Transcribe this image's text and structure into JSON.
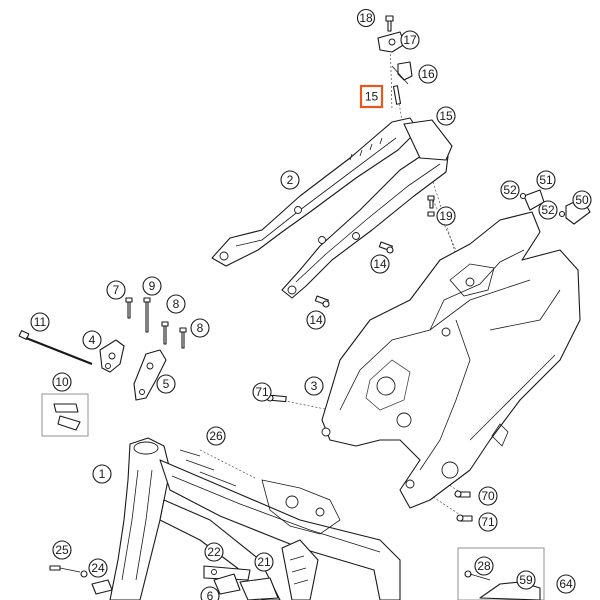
{
  "diagram": {
    "callouts": [
      {
        "id": "1",
        "label": "1"
      },
      {
        "id": "2",
        "label": "2"
      },
      {
        "id": "3",
        "label": "3"
      },
      {
        "id": "4",
        "label": "4"
      },
      {
        "id": "5",
        "label": "5"
      },
      {
        "id": "6",
        "label": "6"
      },
      {
        "id": "7",
        "label": "7"
      },
      {
        "id": "8a",
        "label": "8"
      },
      {
        "id": "8b",
        "label": "8"
      },
      {
        "id": "9",
        "label": "9"
      },
      {
        "id": "10",
        "label": "10"
      },
      {
        "id": "11",
        "label": "11"
      },
      {
        "id": "14a",
        "label": "14"
      },
      {
        "id": "14b",
        "label": "14"
      },
      {
        "id": "15a",
        "label": "15"
      },
      {
        "id": "15b",
        "label": "15"
      },
      {
        "id": "16",
        "label": "16"
      },
      {
        "id": "17",
        "label": "17"
      },
      {
        "id": "18",
        "label": "18"
      },
      {
        "id": "19",
        "label": "19"
      },
      {
        "id": "21",
        "label": "21"
      },
      {
        "id": "22",
        "label": "22"
      },
      {
        "id": "24",
        "label": "24"
      },
      {
        "id": "25",
        "label": "25"
      },
      {
        "id": "26",
        "label": "26"
      },
      {
        "id": "28",
        "label": "28"
      },
      {
        "id": "50",
        "label": "50"
      },
      {
        "id": "51",
        "label": "51"
      },
      {
        "id": "52a",
        "label": "52"
      },
      {
        "id": "52b",
        "label": "52"
      },
      {
        "id": "59",
        "label": "59"
      },
      {
        "id": "64",
        "label": "64"
      },
      {
        "id": "70",
        "label": "70"
      },
      {
        "id": "71a",
        "label": "71"
      },
      {
        "id": "71b",
        "label": "71"
      }
    ],
    "highlighted": {
      "label": "15",
      "color": "#e8571c"
    }
  }
}
